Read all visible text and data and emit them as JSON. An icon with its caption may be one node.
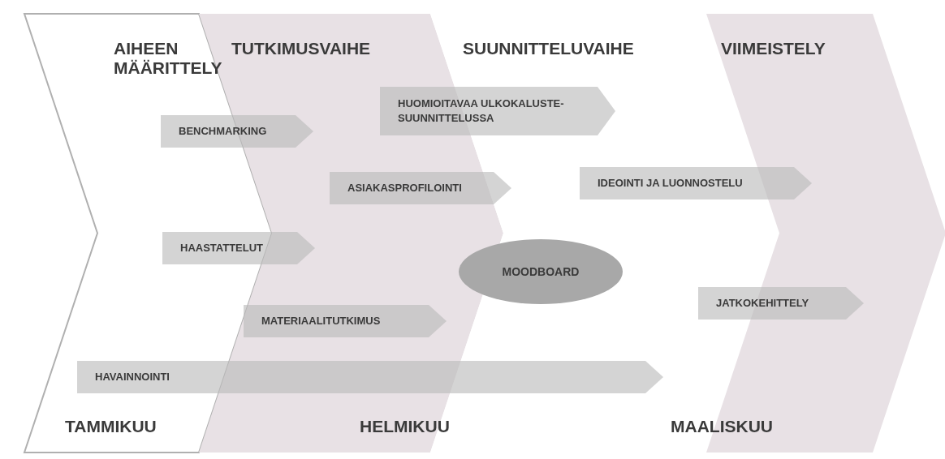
{
  "diagram": {
    "nodes": [
      {
        "text": [
          "AIHEEN MÄÄRITTELY"
        ]
      },
      {
        "text": [
          "TUTKIMUSVAIHE"
        ]
      },
      {
        "text": [
          "SUUNNITTELUVAIHE"
        ]
      },
      {
        "text": [
          "VIIMEISTELY"
        ]
      },
      {
        "text": [
          "HUOMIOITAVAA ULKOKALUSTE-SUUNNITTELUSSA"
        ]
      },
      {
        "text": [
          "BENCHMARKING"
        ]
      },
      {
        "text": [
          "ASIAKASPROFILOINTI"
        ]
      },
      {
        "text": [
          "IDEOINTI JA LUONNOSTELU"
        ]
      },
      {
        "text": [
          "HAASTATTELUT"
        ]
      },
      {
        "text": [
          "MOODBOARD"
        ]
      },
      {
        "text": [
          "JATKOKEHITTELY"
        ]
      },
      {
        "text": [
          "MATERIAALITUTKIMUS"
        ]
      },
      {
        "text": [
          "HAVAINNOINTI"
        ]
      }
    ],
    "labels": [
      "TAMMIKUU",
      "HELMIKUU",
      "MAALISKUU"
    ]
  }
}
